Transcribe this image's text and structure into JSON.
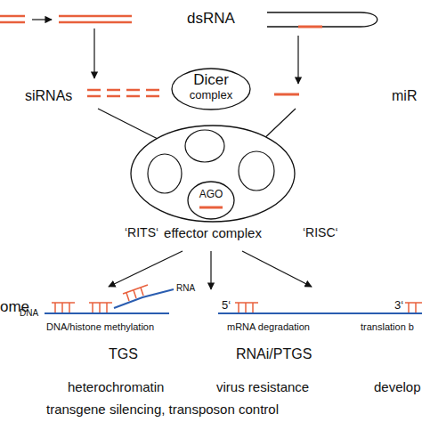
{
  "diagram": {
    "nodes": [
      {
        "text": [
          "Dicer complex"
        ]
      },
      {
        "text": [
          "effector complex"
        ]
      },
      {
        "text": [
          "AGO"
        ],
        "in": 1
      }
    ],
    "labels": [
      "dsRNA",
      "siRNAs",
      "miR",
      "‘RITS‘",
      "‘RISC‘",
      "ome",
      "DNA",
      "RNA",
      "DNA/histone methylation",
      "5‘",
      "3‘",
      "mRNA degradation",
      "translation b",
      "TGS",
      "RNAi/PTGS",
      "heterochromatin",
      "virus resistance",
      "develop",
      "transgene silencing, transposon control"
    ]
  }
}
